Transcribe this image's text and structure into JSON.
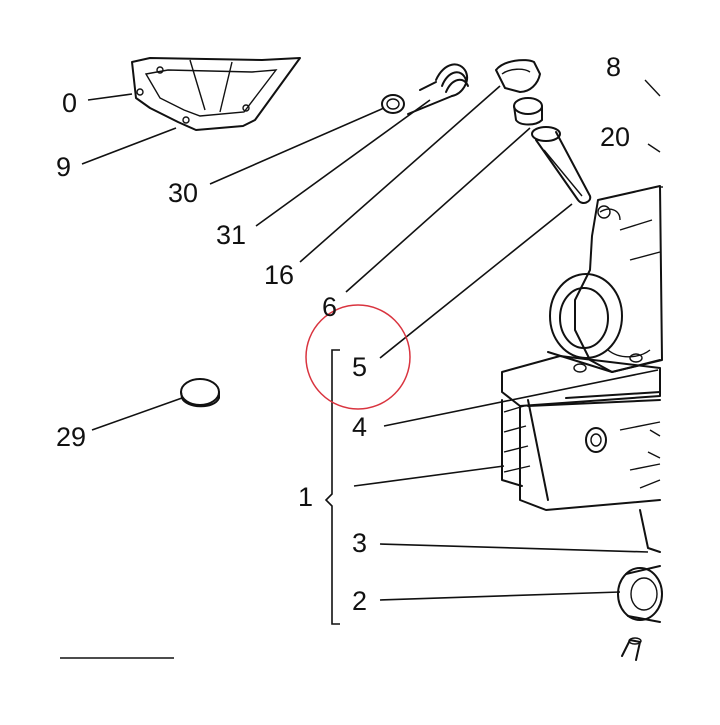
{
  "callouts": {
    "c0": "0",
    "c9": "9",
    "c30": "30",
    "c31": "31",
    "c16": "16",
    "c6": "6",
    "c5": "5",
    "c4": "4",
    "c1": "1",
    "c3": "3",
    "c2": "2",
    "c29": "29",
    "c8": "8",
    "c20": "20"
  },
  "highlight": {
    "target": "5",
    "color": "#d9343f"
  },
  "colors": {
    "line": "#111111",
    "background": "#ffffff"
  }
}
